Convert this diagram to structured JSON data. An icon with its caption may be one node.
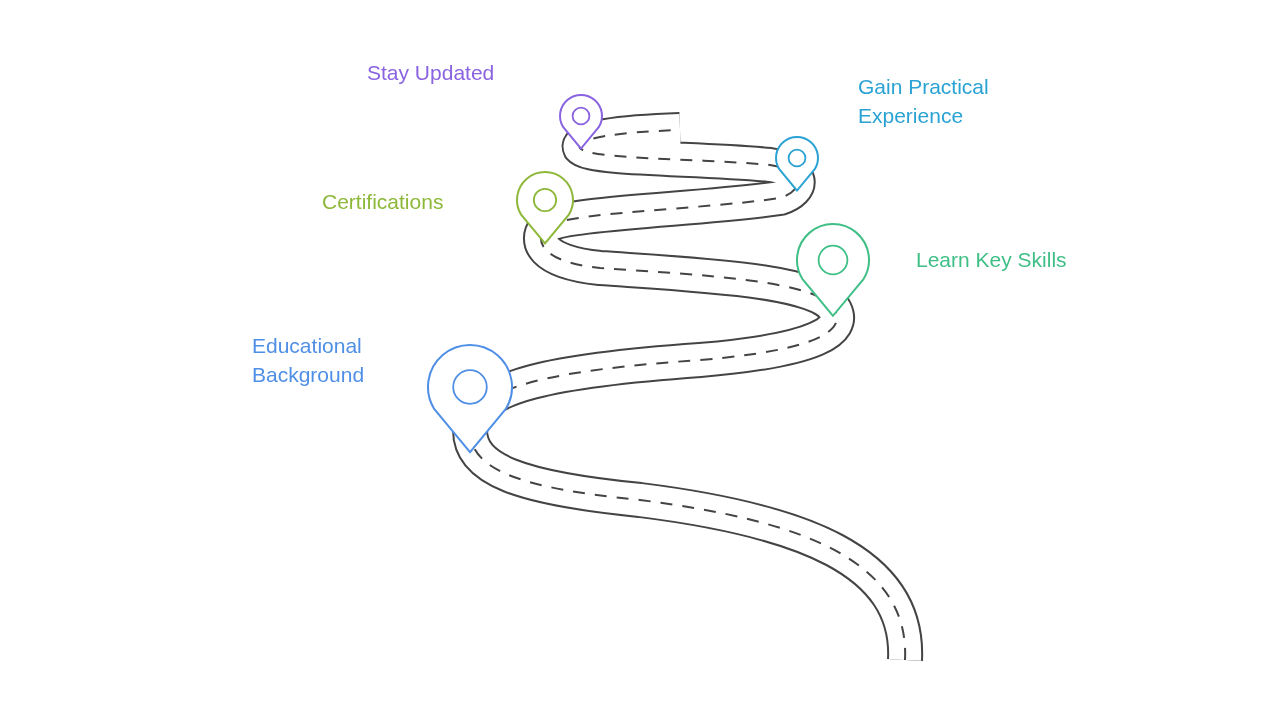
{
  "diagram": {
    "nodes": [
      {
        "text": [
          "Stay Updated"
        ]
      },
      {
        "text": [
          "Gain Practical Experience"
        ]
      },
      {
        "text": [
          "Certifications"
        ]
      },
      {
        "text": [
          "Learn Key Skills"
        ]
      },
      {
        "text": [
          "Educational Background"
        ]
      }
    ]
  }
}
